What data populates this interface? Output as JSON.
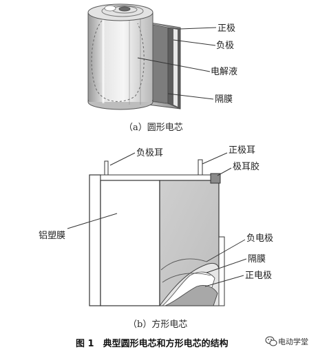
{
  "figure_a": {
    "caption": "（a）圆形电芯",
    "labels": {
      "positive": "正极",
      "negative": "负极",
      "electrolyte": "电解液",
      "separator": "隔膜"
    }
  },
  "figure_b": {
    "caption": "（b）方形电芯",
    "labels": {
      "negative_tab": "负极耳",
      "positive_tab": "正极耳",
      "tab_glue": "极耳胶",
      "aluminum_film": "铝塑膜",
      "negative_electrode": "负电极",
      "separator": "隔膜",
      "positive_electrode": "正电极"
    }
  },
  "figure_title": "图 1　典型圆形电芯和方形电芯的结构",
  "watermark": {
    "text": "电动学堂",
    "icon": "wechat-icon"
  }
}
